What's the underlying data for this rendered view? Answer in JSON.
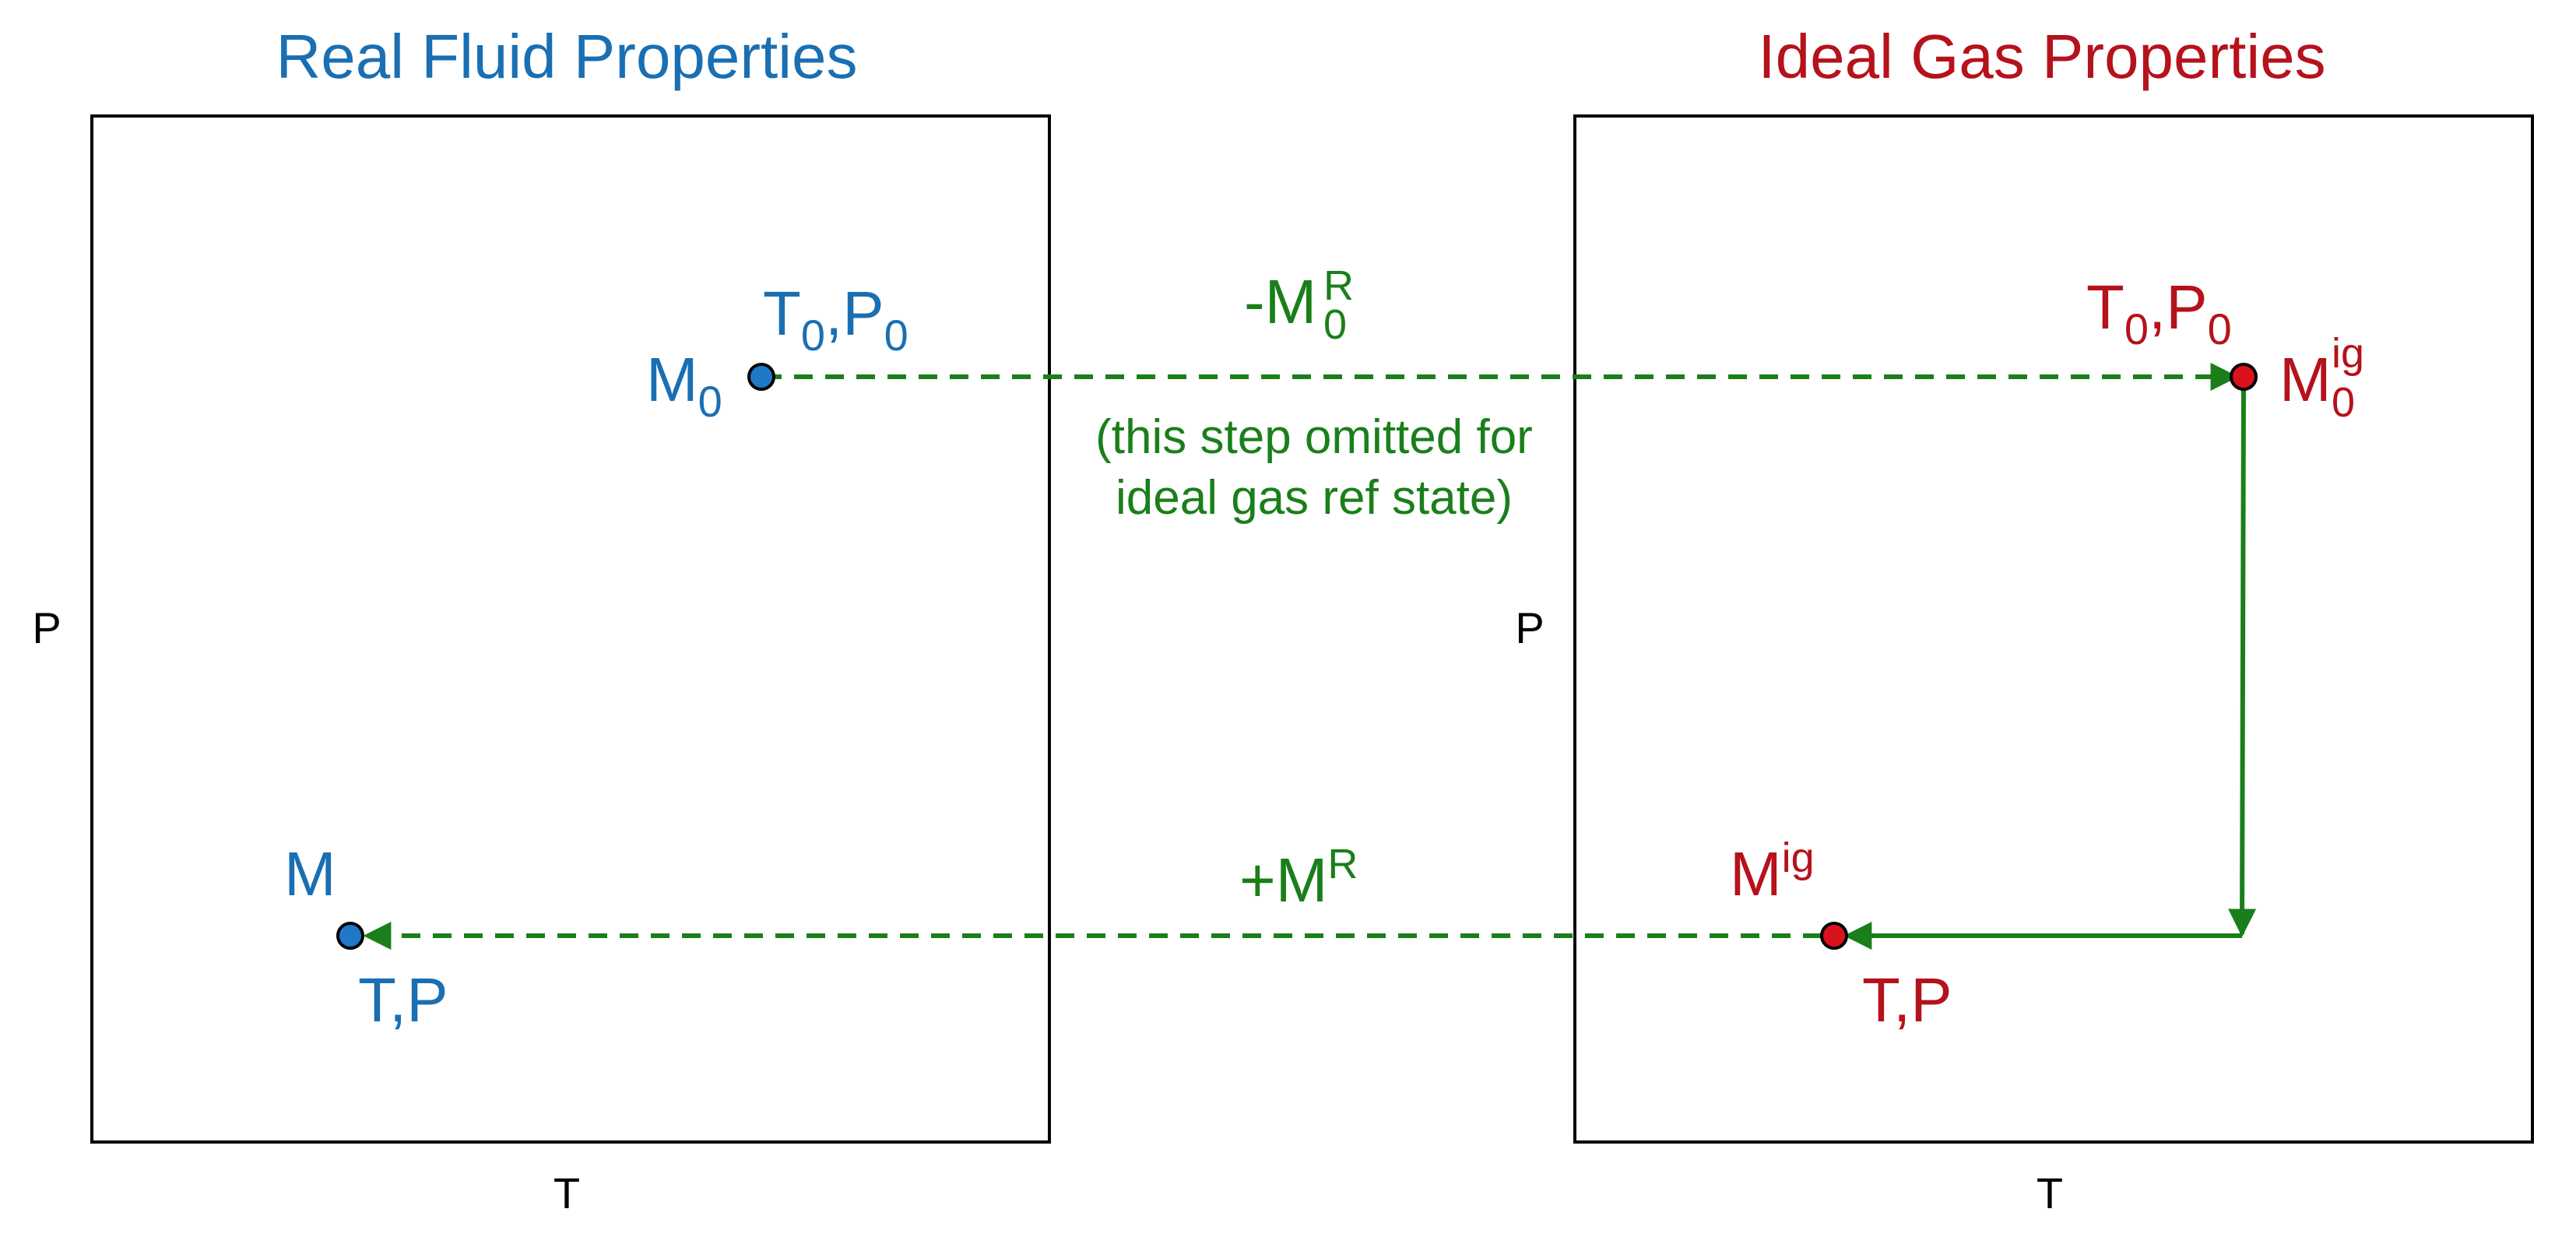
{
  "colors": {
    "real": "#1a6fb3",
    "ideal": "#b5121b",
    "path": "#1a7f1a",
    "frame": "#000000",
    "real_point_fill": "#1f78c8",
    "ideal_point_fill": "#d9121e"
  },
  "left_panel": {
    "title": "Real Fluid Properties",
    "x_axis_label": "T",
    "y_axis_label": "P",
    "ref_point": {
      "name": "M",
      "name_sub": "0",
      "state_t": "T",
      "state_t_sub": "0",
      "state_p": "P",
      "state_p_sub": "0"
    },
    "target_point": {
      "name": "M",
      "state": "T,P"
    }
  },
  "right_panel": {
    "title": "Ideal Gas Properties",
    "x_axis_label": "T",
    "y_axis_label": "P",
    "ref_point": {
      "name": "M",
      "name_sup": "ig",
      "name_sub": "0",
      "state_t": "T",
      "state_t_sub": "0",
      "state_p": "P",
      "state_p_sub": "0"
    },
    "target_point": {
      "name": "M",
      "name_sup": "ig",
      "state": "T,P"
    }
  },
  "steps": {
    "top": {
      "sign": "-M",
      "sup": "R",
      "sub": "0",
      "note_line1": "(this step omitted for",
      "note_line2": "ideal gas ref state)"
    },
    "bottom": {
      "sign": "+M",
      "sup": "R"
    }
  }
}
